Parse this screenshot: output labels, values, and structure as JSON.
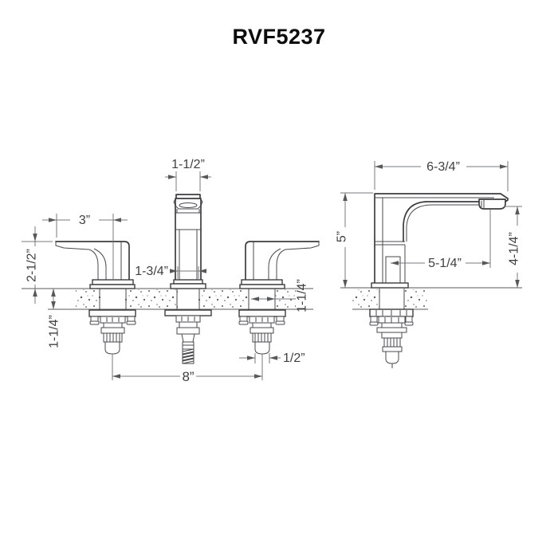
{
  "title": "RVF5237",
  "drawing": {
    "type": "technical-dimension-drawing",
    "subject": "widespread bathroom faucet with two handles and spout, mounted through a countertop",
    "colors": {
      "background": "#ffffff",
      "object_line": "#3d3d3f",
      "dimension_line": "#77787b",
      "dimension_text": "#404042",
      "title_text": "#0c0c0c"
    },
    "front_view": {
      "name": "front view (handles and spout)",
      "dims": {
        "spout_width": "1-1/2”",
        "handle_length": "3”",
        "handle_height": "2-1/2”",
        "spout_base": "1-3/4”",
        "deck_thickness": "1-1/4”",
        "hole_spacing": "8”",
        "connector_size": "1/2”",
        "hole_diameter": "1-1/4”"
      }
    },
    "side_view": {
      "name": "side profile view (spout)",
      "dims": {
        "overall_depth": "6-3/4”",
        "overall_height": "5”",
        "spout_reach": "5-1/4”",
        "spout_clearance": "4-1/4”"
      }
    }
  }
}
